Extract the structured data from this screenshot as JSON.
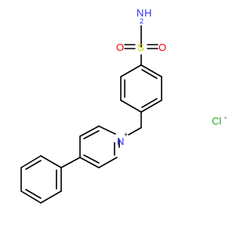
{
  "molecule": {
    "atoms": {
      "sulfonamide_n": {
        "label": "N",
        "h_label": "H",
        "h_subscript": "2",
        "color": "#3333ff"
      },
      "sulfonyl_s": {
        "label": "S",
        "color": "#cccc00"
      },
      "sulfonyl_o_left": {
        "label": "O",
        "color": "#ff0000"
      },
      "sulfonyl_o_right": {
        "label": "O",
        "color": "#ff0000"
      },
      "pyridinium_n": {
        "label": "N",
        "charge": "+",
        "color": "#3333ff"
      },
      "chloride": {
        "label": "Cl",
        "charge": "-",
        "color": "#22aa22"
      }
    },
    "bond_color": "#000000",
    "background": "#ffffff"
  }
}
